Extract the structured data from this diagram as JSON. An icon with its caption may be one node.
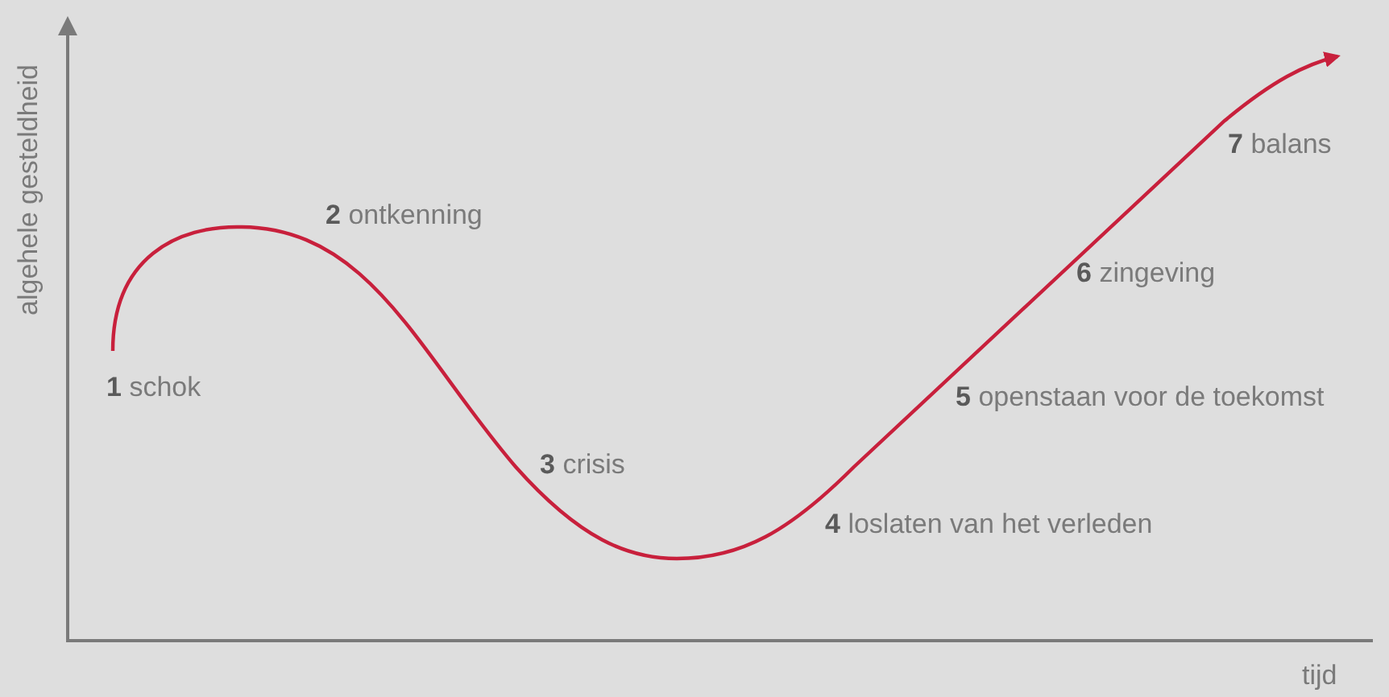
{
  "diagram": {
    "labels": [
      "algehele gesteldheid",
      "**7** balans",
      "**2** ontkenning",
      "**6** zingeving",
      "**1** schok",
      "**5** openstaan voor de toekomst",
      "**3** crisis",
      "**4** loslaten van het verleden",
      "tijd"
    ]
  }
}
